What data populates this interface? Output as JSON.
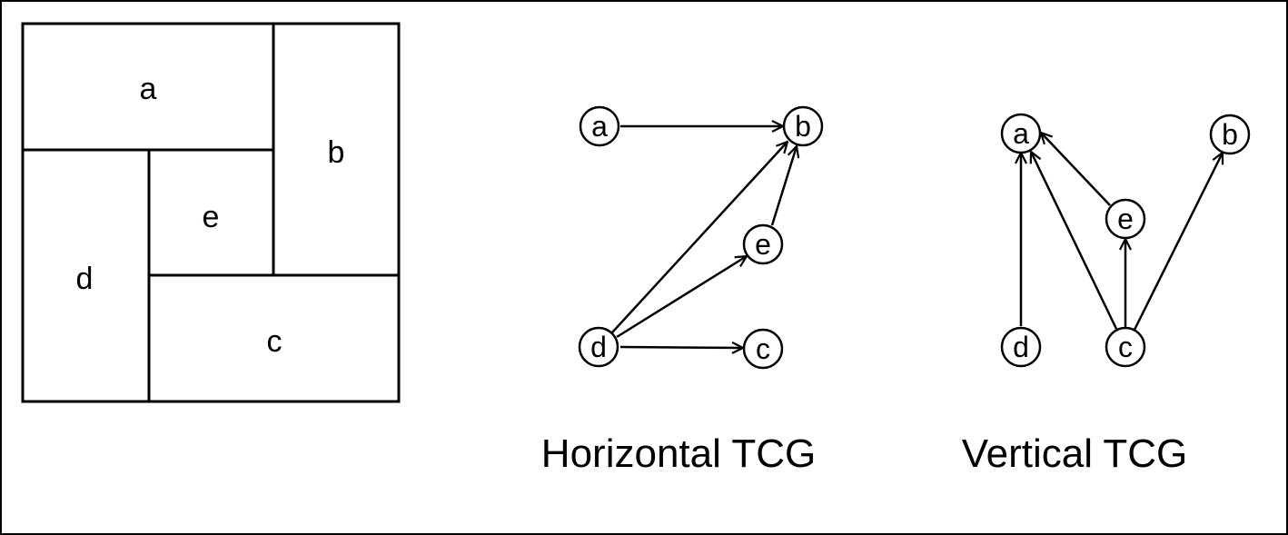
{
  "floorplan": {
    "blocks": [
      {
        "id": "a",
        "label": "a"
      },
      {
        "id": "b",
        "label": "b"
      },
      {
        "id": "e",
        "label": "e"
      },
      {
        "id": "d",
        "label": "d"
      },
      {
        "id": "c",
        "label": "c"
      }
    ]
  },
  "horizontal_tcg": {
    "title": "Horizontal TCG",
    "nodes": [
      {
        "id": "a",
        "label": "a"
      },
      {
        "id": "b",
        "label": "b"
      },
      {
        "id": "e",
        "label": "e"
      },
      {
        "id": "d",
        "label": "d"
      },
      {
        "id": "c",
        "label": "c"
      }
    ],
    "edges": [
      {
        "from": "a",
        "to": "b"
      },
      {
        "from": "d",
        "to": "b"
      },
      {
        "from": "e",
        "to": "b"
      },
      {
        "from": "d",
        "to": "e"
      },
      {
        "from": "d",
        "to": "c"
      }
    ]
  },
  "vertical_tcg": {
    "title": "Vertical TCG",
    "nodes": [
      {
        "id": "a",
        "label": "a"
      },
      {
        "id": "b",
        "label": "b"
      },
      {
        "id": "e",
        "label": "e"
      },
      {
        "id": "d",
        "label": "d"
      },
      {
        "id": "c",
        "label": "c"
      }
    ],
    "edges": [
      {
        "from": "d",
        "to": "a"
      },
      {
        "from": "e",
        "to": "a"
      },
      {
        "from": "c",
        "to": "a"
      },
      {
        "from": "c",
        "to": "e"
      },
      {
        "from": "c",
        "to": "b"
      }
    ]
  },
  "colors": {
    "stroke": "#000000",
    "background": "#ffffff"
  }
}
